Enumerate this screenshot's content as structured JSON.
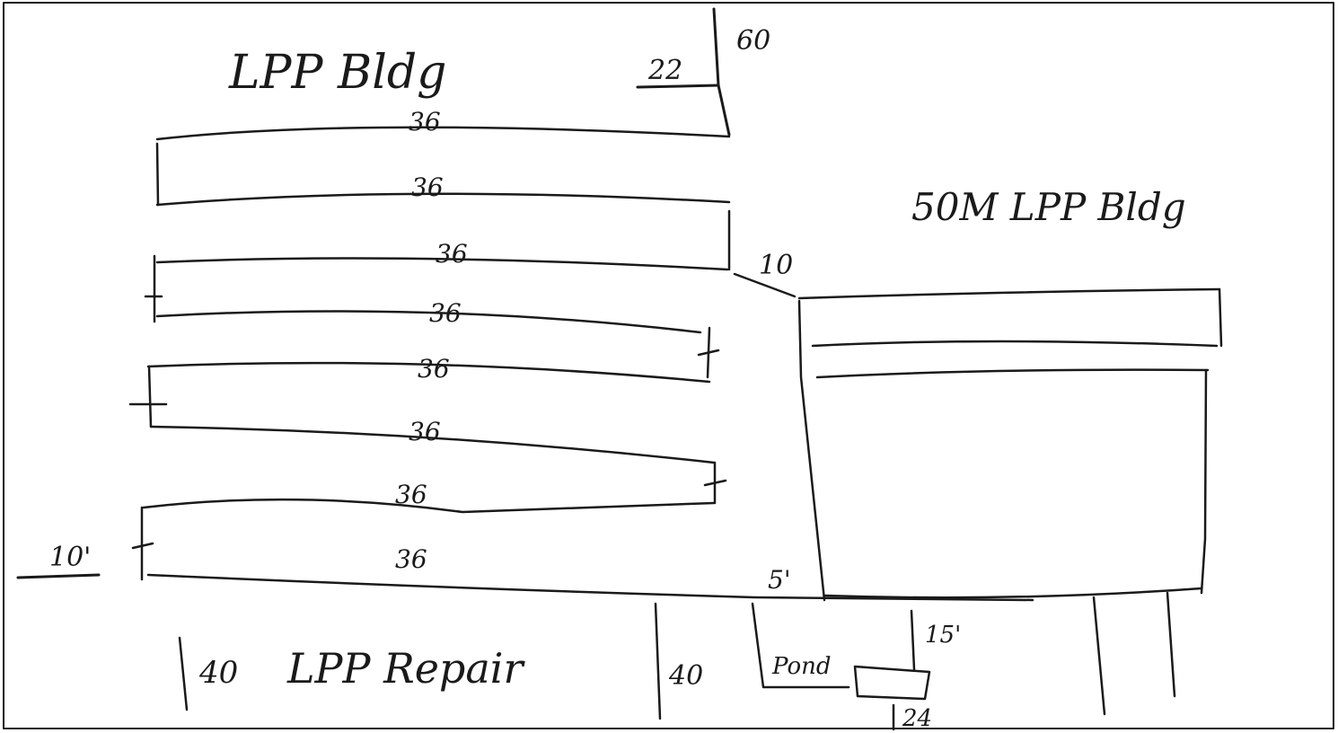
{
  "sketch": {
    "title": "LPP Bldg",
    "right_title": "50M LPP Bldg",
    "repair_label": "LPP Repair",
    "dims": {
      "top_vertical": "60",
      "top_horizontal": "22",
      "width_labels": [
        "36",
        "36",
        "36",
        "36",
        "36",
        "36",
        "36",
        "36"
      ],
      "right_gap": "10",
      "left_side": "10'",
      "bottom_gap": "5'",
      "pond_depth": "15'",
      "pond_label": "Pond",
      "pond_width": "24",
      "lane_a": "40",
      "lane_b": "40"
    }
  }
}
